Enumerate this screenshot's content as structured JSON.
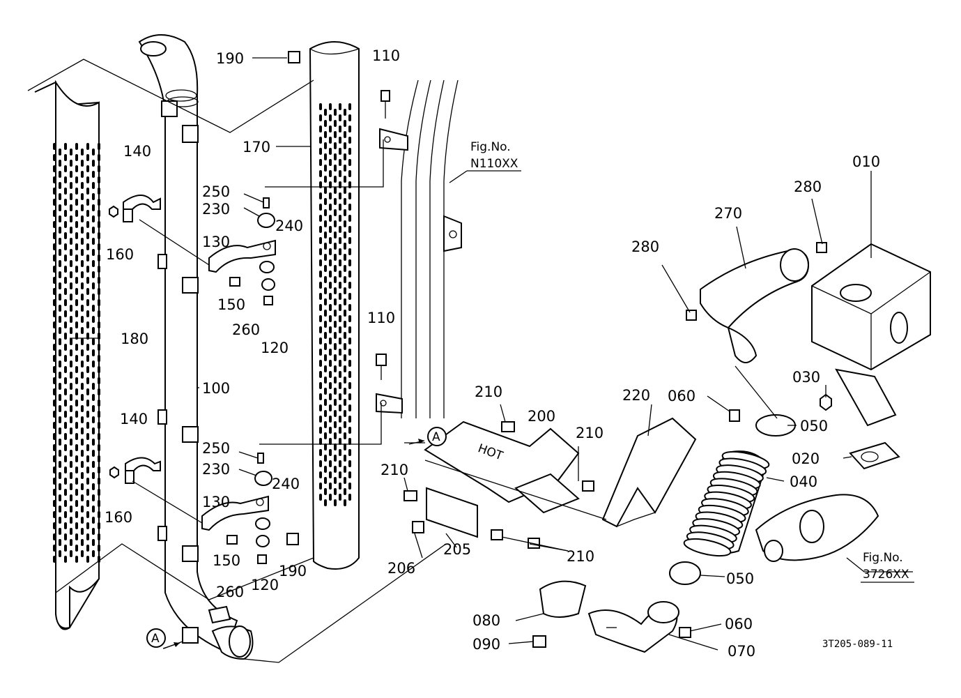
{
  "parts": [
    {
      "id": "p010",
      "label": "010"
    },
    {
      "id": "p020",
      "label": "020"
    },
    {
      "id": "p030",
      "label": "030"
    },
    {
      "id": "p040",
      "label": "040"
    },
    {
      "id": "p050a",
      "label": "050"
    },
    {
      "id": "p050b",
      "label": "050"
    },
    {
      "id": "p060a",
      "label": "060"
    },
    {
      "id": "p060b",
      "label": "060"
    },
    {
      "id": "p070",
      "label": "070"
    },
    {
      "id": "p080",
      "label": "080"
    },
    {
      "id": "p090",
      "label": "090"
    },
    {
      "id": "p100",
      "label": "100"
    },
    {
      "id": "p110a",
      "label": "110"
    },
    {
      "id": "p110b",
      "label": "110"
    },
    {
      "id": "p120a",
      "label": "120"
    },
    {
      "id": "p120b",
      "label": "120"
    },
    {
      "id": "p130a",
      "label": "130"
    },
    {
      "id": "p130b",
      "label": "130"
    },
    {
      "id": "p140a",
      "label": "140"
    },
    {
      "id": "p140b",
      "label": "140"
    },
    {
      "id": "p150a",
      "label": "150"
    },
    {
      "id": "p150b",
      "label": "150"
    },
    {
      "id": "p160a",
      "label": "160"
    },
    {
      "id": "p160b",
      "label": "160"
    },
    {
      "id": "p170",
      "label": "170"
    },
    {
      "id": "p180",
      "label": "180"
    },
    {
      "id": "p190a",
      "label": "190"
    },
    {
      "id": "p190b",
      "label": "190"
    },
    {
      "id": "p200",
      "label": "200"
    },
    {
      "id": "p205",
      "label": "205"
    },
    {
      "id": "p206",
      "label": "206"
    },
    {
      "id": "p210a",
      "label": "210"
    },
    {
      "id": "p210b",
      "label": "210"
    },
    {
      "id": "p210c",
      "label": "210"
    },
    {
      "id": "p210d",
      "label": "210"
    },
    {
      "id": "p220",
      "label": "220"
    },
    {
      "id": "p230a",
      "label": "230"
    },
    {
      "id": "p230b",
      "label": "230"
    },
    {
      "id": "p240a",
      "label": "240"
    },
    {
      "id": "p240b",
      "label": "240"
    },
    {
      "id": "p250a",
      "label": "250"
    },
    {
      "id": "p250b",
      "label": "250"
    },
    {
      "id": "p260a",
      "label": "260"
    },
    {
      "id": "p260b",
      "label": "260"
    },
    {
      "id": "p270",
      "label": "270"
    },
    {
      "id": "p280a",
      "label": "280"
    },
    {
      "id": "p280b",
      "label": "280"
    }
  ],
  "figure_refs": {
    "n110": {
      "line1": "Fig.No.",
      "line2": "N110XX"
    },
    "r3726": {
      "line1": "Fig.No.",
      "line2": "3726XX"
    }
  },
  "markers": {
    "a_left": "A",
    "a_right": "A"
  },
  "hot_text": "HOT",
  "drawing_code": "3T205-089-11",
  "colors": {
    "ink": "#000000",
    "paper": "#ffffff"
  }
}
